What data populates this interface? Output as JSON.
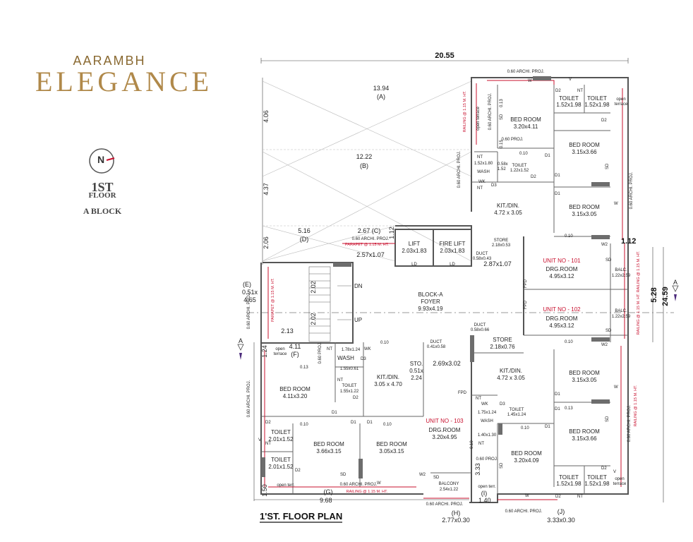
{
  "brand": {
    "line1": "AARAMBH",
    "line2": "ELEGANCE"
  },
  "compass": {
    "letter": "N"
  },
  "floor": {
    "number": "1ST",
    "word": "FLOOR",
    "block": "A BLOCK"
  },
  "plan_title": "1'ST. FLOOR PLAN",
  "dimensions": {
    "overall_width": "20.55",
    "overall_height": "24.59",
    "right_mid": "5.28",
    "right_top": "1.12",
    "left_1": "4.06",
    "left_2": "4.37",
    "left_3": "2.06",
    "left_4": "1.24",
    "left_5": "1.50",
    "bottom_left": "9.68",
    "bottom_right_small": "1.40",
    "vert_333": "3.33",
    "open_a_w": "13.94",
    "open_a": "(A)",
    "open_b_w": "12.22",
    "open_b": "(B)",
    "open_d_w": "5.16",
    "open_d": "(D)",
    "open_c": "2.67 (C)",
    "open_c_h": "1.12",
    "e_label": "(E)",
    "e_dim1": "0.51x",
    "e_dim2": "4.65",
    "f_dim": "4.11",
    "f_label": "(F)",
    "g_label": "(G)",
    "h_label": "(H)",
    "h_dim": "2.77x0.30",
    "i_label": "(I)",
    "j_label": "(J)",
    "j_dim": "3.33x0.30",
    "stair_213": "2.13",
    "stair_202a": "2.02",
    "stair_202b": "2.02",
    "lobby_257": "2.57x1.07",
    "lobby_287": "2.87x1.07",
    "lobby_269": "2.69x3.02"
  },
  "rooms": {
    "lift": {
      "name": "LIFT",
      "size": "2.03x1.83"
    },
    "fire_lift": {
      "name": "FIRE LIFT",
      "size": "2.03x1.83"
    },
    "foyer": {
      "line1": "BLOCK-A",
      "line2": "FOYER",
      "size": "9.93x4.19"
    },
    "store_top": {
      "name": "STORE",
      "size": "2.18x0.53"
    },
    "store_mid": {
      "name": "STORE",
      "size": "2.18x0.76"
    },
    "duct_top": {
      "name": "DUCT",
      "size": "0.58x0.43"
    },
    "duct_mid": {
      "name": "DUCT",
      "size": "0.58x0.66"
    },
    "duct_left": {
      "name": "DUCT",
      "size": "0.41x0.58"
    },
    "u101_bed1": {
      "name": "BED ROOM",
      "size": "3.20x4.11"
    },
    "u101_toilet1": {
      "name": "TOILET",
      "size": "1.52x1.98"
    },
    "u101_toilet2": {
      "name": "TOILET",
      "size": "1.52x1.98"
    },
    "u101_bed2": {
      "name": "BED ROOM",
      "size": "3.15x3.66"
    },
    "u101_toilet3": {
      "name": "TOILET",
      "size": "1.22x1.52"
    },
    "u101_wash": {
      "name": "WASH",
      "size": "1.52x1.80"
    },
    "u101_kit": {
      "name": "KIT./DIN.",
      "size": "4.72 x 3.05"
    },
    "u101_bed3": {
      "name": "BED ROOM",
      "size": "3.15x3.05"
    },
    "u101_drg": {
      "name": "DRG.ROOM",
      "size": "4.95x3.12"
    },
    "u101_balc": {
      "name": "BALC.",
      "size": "1.22x2.59"
    },
    "u102_drg": {
      "name": "DRG.ROOM",
      "size": "4.95x3.12"
    },
    "u102_balc": {
      "name": "BALC.",
      "size": "1.22x2.59"
    },
    "u102_kit": {
      "name": "KIT./DIN.",
      "size": "4.72 x 3.05"
    },
    "u102_bed1": {
      "name": "BED ROOM",
      "size": "3.15x3.05"
    },
    "u102_toilet": {
      "name": "TOILET",
      "size": "1.45x1.24"
    },
    "u102_wash": {
      "name": "WASH",
      "size": "1.75x1.24"
    },
    "u102_bed2": {
      "name": "BED ROOM",
      "size": "3.15x3.66"
    },
    "u102_bed3": {
      "name": "BED ROOM",
      "size": "3.20x4.09"
    },
    "u102_toilet2": {
      "name": "TOILET",
      "size": "1.52x1.98"
    },
    "u102_toilet3": {
      "name": "TOILET",
      "size": "1.52x1.98"
    },
    "u102_1_40": "1.40x1.30",
    "u103_wash": {
      "name": "WASH",
      "size": "1.78x1.24"
    },
    "u103_wash2": "1.55x0.61",
    "u103_toilet": {
      "name": "TOILET",
      "size": "1.55x1.22"
    },
    "u103_bed1": {
      "name": "BED ROOM",
      "size": "4.11x3.20"
    },
    "u103_kit": {
      "name": "KIT./DIN.",
      "size": "3.05 x 4.70"
    },
    "u103_sto": {
      "name": "STO.",
      "w": "0.51x",
      "h": "2.24"
    },
    "u103_toilet2": {
      "name": "TOILET",
      "size": "2.01x1.52"
    },
    "u103_toilet3": {
      "name": "TOILET",
      "size": "2.01x1.52"
    },
    "u103_bed2": {
      "name": "BED ROOM",
      "size": "3.66x3.15"
    },
    "u103_bed3": {
      "name": "BED ROOM",
      "size": "3.05x3.15"
    },
    "u103_drg": {
      "name": "DRG.ROOM",
      "size": "3.20x4.95"
    },
    "u103_balcony": {
      "name": "BALCONY",
      "size": "2.54x1.22"
    }
  },
  "units": {
    "u101": "UNIT NO - 101",
    "u102": "UNIT NO - 102",
    "u103": "UNIT NO - 103"
  },
  "notes": {
    "archi_proj": "0.60 ARCHI. PROJ.",
    "proj": "0.60 PROJ.",
    "railing": "RAILING @ 1.15 M. HT.",
    "parapet": "PARAPET @ 1.15 M. HT.",
    "open_terrace": "open terrace",
    "open_terr": "open terr.",
    "open": "open",
    "terrace": "terrace",
    "section_a": "A",
    "doors": {
      "d1": "D1",
      "d2": "D2",
      "d3": "D3",
      "w": "W",
      "w2": "W2",
      "v": "V",
      "sd": "SD",
      "nt": "NT",
      "wk": "WK",
      "ld": "LD",
      "fpd": "FPD",
      "dn": "DN",
      "up": "UP"
    },
    "small": {
      "s010": "0.10",
      "s013": "0.13",
      "s015": "0.15",
      "s058": "0.58x",
      "s152": "1.52"
    }
  },
  "colors": {
    "brand_gold": "#b0894a",
    "wall": "#555555",
    "red": "#c8102e",
    "core": "#8a8a8a"
  }
}
